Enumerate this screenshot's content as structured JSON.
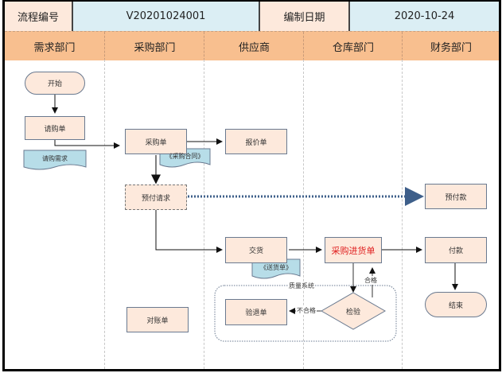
{
  "header": {
    "process_no_label": "流程编号",
    "process_no_value": "V20201024001",
    "date_label": "编制日期",
    "date_value": "2020-10-24"
  },
  "lanes": [
    "需求部门",
    "采购部门",
    "供应商",
    "仓库部门",
    "财务部门"
  ],
  "nodes": {
    "start": "开始",
    "requisition": "请购单",
    "requisition_doc": "请购需求",
    "purchase_order": "采购单",
    "purchase_contract": "《采购合同》",
    "quotation": "报价单",
    "prepay_request": "预付请求",
    "prepayment": "预付款",
    "delivery": "交货",
    "delivery_note": "《送货单》",
    "purchase_receipt": "采购进货单",
    "payment": "付款",
    "end": "结束",
    "inspection": "检验",
    "return_note": "验退单",
    "reconciliation": "对账单"
  },
  "group": {
    "quality_system": "质量系统"
  },
  "edge_labels": {
    "pass": "合格",
    "fail": "不合格"
  },
  "colors": {
    "process_fill": "#fde9dc",
    "document_fill": "#b7dde8",
    "lane_header": "#f8bf8f",
    "highlight_text": "#e02020",
    "dotted_flow": "#3e5f8a"
  }
}
